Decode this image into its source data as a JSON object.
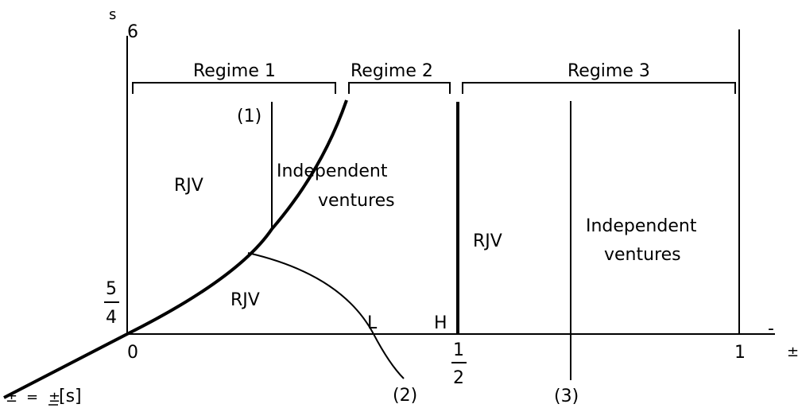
{
  "axes": {
    "y_symbol": "s",
    "y_arrow_glyph": "6",
    "x_arrow_glyph": "-",
    "x_symbol": "±"
  },
  "regimes": [
    {
      "label": "Regime 1"
    },
    {
      "label": "Regime 2"
    },
    {
      "label": "Regime 3"
    }
  ],
  "region_labels": {
    "rjv_upper_left": "RJV",
    "independent_1_line1": "Indep",
    "independent_1_line1b": "endent",
    "independent_1_line2": "ventures",
    "rjv_lower": "RJV",
    "rjv_regime3": "RJV",
    "independent_3_line1": "Independent",
    "independent_3_line2": "ventures"
  },
  "markers": {
    "curve_1": "(1)",
    "curve_2": "(2)",
    "curve_3": "(3)",
    "point_L": "L",
    "point_H": "H"
  },
  "ticks": {
    "y_frac_num": "5",
    "y_frac_den": "4",
    "x_zero": "0",
    "x_half_num": "1",
    "x_half_den": "2",
    "x_one": "1"
  },
  "curve_label": {
    "lhs": "±",
    "eq": "=",
    "rhs_sym": "±",
    "rhs_arg": "[s]"
  }
}
